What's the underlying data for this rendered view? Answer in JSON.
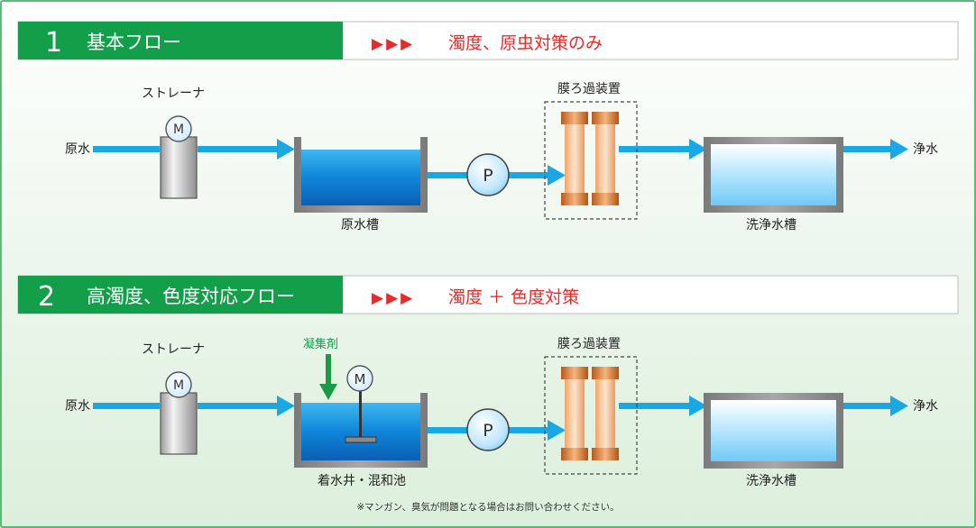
{
  "colors": {
    "accent_green": "#139f4a",
    "header_red": "#e52b2b",
    "flow_arrow": "#1aa8e5",
    "dosing_arrow": "#1b9b45",
    "frame_border": "#2aa24a",
    "water_dark": "#0b6fc8",
    "water_light": "#7fd3ff",
    "tank_wall": "#8a8a8a",
    "membrane": "#f4b07a"
  },
  "flow1": {
    "number": "1",
    "title": "基本フロー",
    "arrows": "▶▶▶",
    "description": "濁度、原虫対策のみ",
    "source_label": "原水",
    "strainer_label": "ストレーナ",
    "motor_label": "M",
    "tank1_label": "原水槽",
    "pump_label": "P",
    "membrane_label": "膜ろ過装置",
    "tank2_label": "洗浄水槽",
    "output_label": "浄水"
  },
  "flow2": {
    "number": "2",
    "title": "高濁度、色度対応フロー",
    "arrows": "▶▶▶",
    "description": "濁度 ＋ 色度対策",
    "source_label": "原水",
    "strainer_label": "ストレーナ",
    "motor_label": "M",
    "coagulant_label": "凝集剤",
    "mixer_motor_label": "M",
    "tank1_label": "着水井・混和池",
    "pump_label": "P",
    "membrane_label": "膜ろ過装置",
    "tank2_label": "洗浄水槽",
    "output_label": "浄水"
  },
  "footnote": "※マンガン、臭気が問題となる場合はお問い合わせください。"
}
